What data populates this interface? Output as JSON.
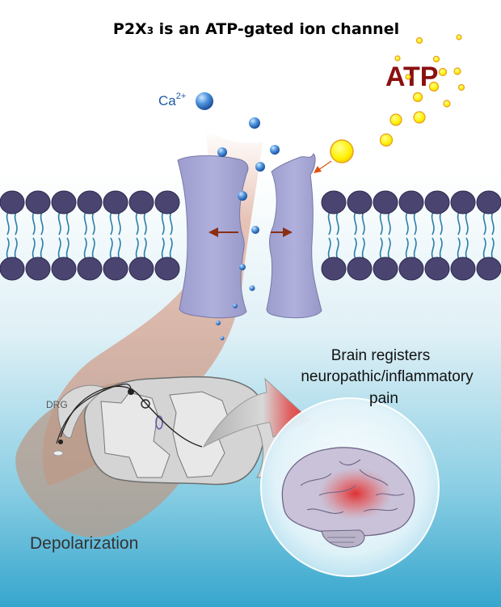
{
  "title": {
    "prefix": "P2X",
    "subscript": "3",
    "suffix": " is an ATP-gated ion channel"
  },
  "labels": {
    "atp": "ATP",
    "ca_base": "Ca",
    "ca_charge": "2+",
    "brain_line1": "Brain registers",
    "brain_line2": "neuropathic/inflammatory",
    "brain_line3": "pain",
    "drg": "DRG",
    "depolarization": "Depolarization"
  },
  "colors": {
    "background_top": "#ffffff",
    "background_bottom": "#3aa9cf",
    "lipid_head": "#4a4470",
    "channel_protein": "#a6a6d2",
    "atp_molecule": "#fff200",
    "atp_outline": "#e8a020",
    "atp_text": "#8a1010",
    "calcium_ion": "#3a7fd0",
    "arrow": "#8b2e12",
    "pain_highlight": "#e03030"
  }
}
